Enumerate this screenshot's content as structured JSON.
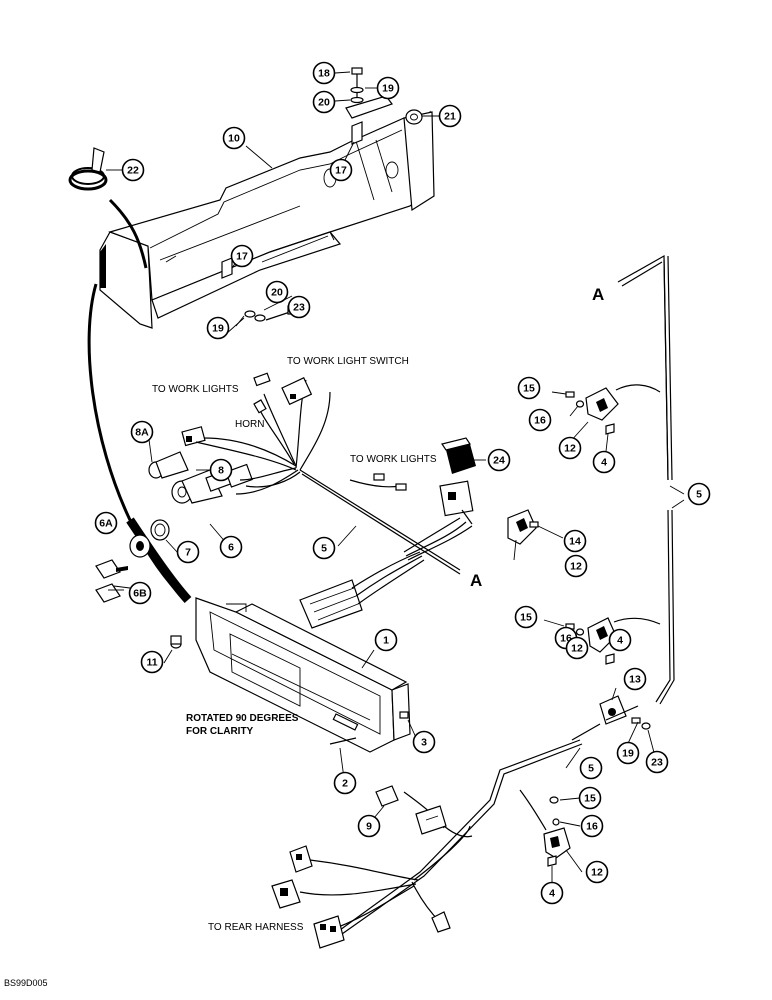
{
  "labels": {
    "to_work_light_switch": "TO WORK LIGHT SWITCH",
    "to_work_lights_1": "TO WORK LIGHTS",
    "to_work_lights_2": "TO WORK LIGHTS",
    "horn": "HORN",
    "rotated_line1": "ROTATED 90 DEGREES",
    "rotated_line2": "FOR CLARITY",
    "to_rear_harness": "TO REAR HARNESS",
    "drawing_number": "BS99D005",
    "section_a_top": "A",
    "section_a_mid": "A"
  },
  "callouts": [
    {
      "n": "18"
    },
    {
      "n": "19"
    },
    {
      "n": "20"
    },
    {
      "n": "21"
    },
    {
      "n": "10"
    },
    {
      "n": "22"
    },
    {
      "n": "17"
    },
    {
      "n": "17"
    },
    {
      "n": "20"
    },
    {
      "n": "23"
    },
    {
      "n": "19"
    },
    {
      "n": "15"
    },
    {
      "n": "16"
    },
    {
      "n": "12"
    },
    {
      "n": "4"
    },
    {
      "n": "8A"
    },
    {
      "n": "8"
    },
    {
      "n": "24"
    },
    {
      "n": "5"
    },
    {
      "n": "14"
    },
    {
      "n": "12"
    },
    {
      "n": "6A"
    },
    {
      "n": "7"
    },
    {
      "n": "6"
    },
    {
      "n": "5"
    },
    {
      "n": "6B"
    },
    {
      "n": "15"
    },
    {
      "n": "16"
    },
    {
      "n": "4"
    },
    {
      "n": "12"
    },
    {
      "n": "11"
    },
    {
      "n": "1"
    },
    {
      "n": "13"
    },
    {
      "n": "3"
    },
    {
      "n": "2"
    },
    {
      "n": "5"
    },
    {
      "n": "19"
    },
    {
      "n": "23"
    },
    {
      "n": "9"
    },
    {
      "n": "15"
    },
    {
      "n": "16"
    },
    {
      "n": "12"
    },
    {
      "n": "4"
    }
  ]
}
